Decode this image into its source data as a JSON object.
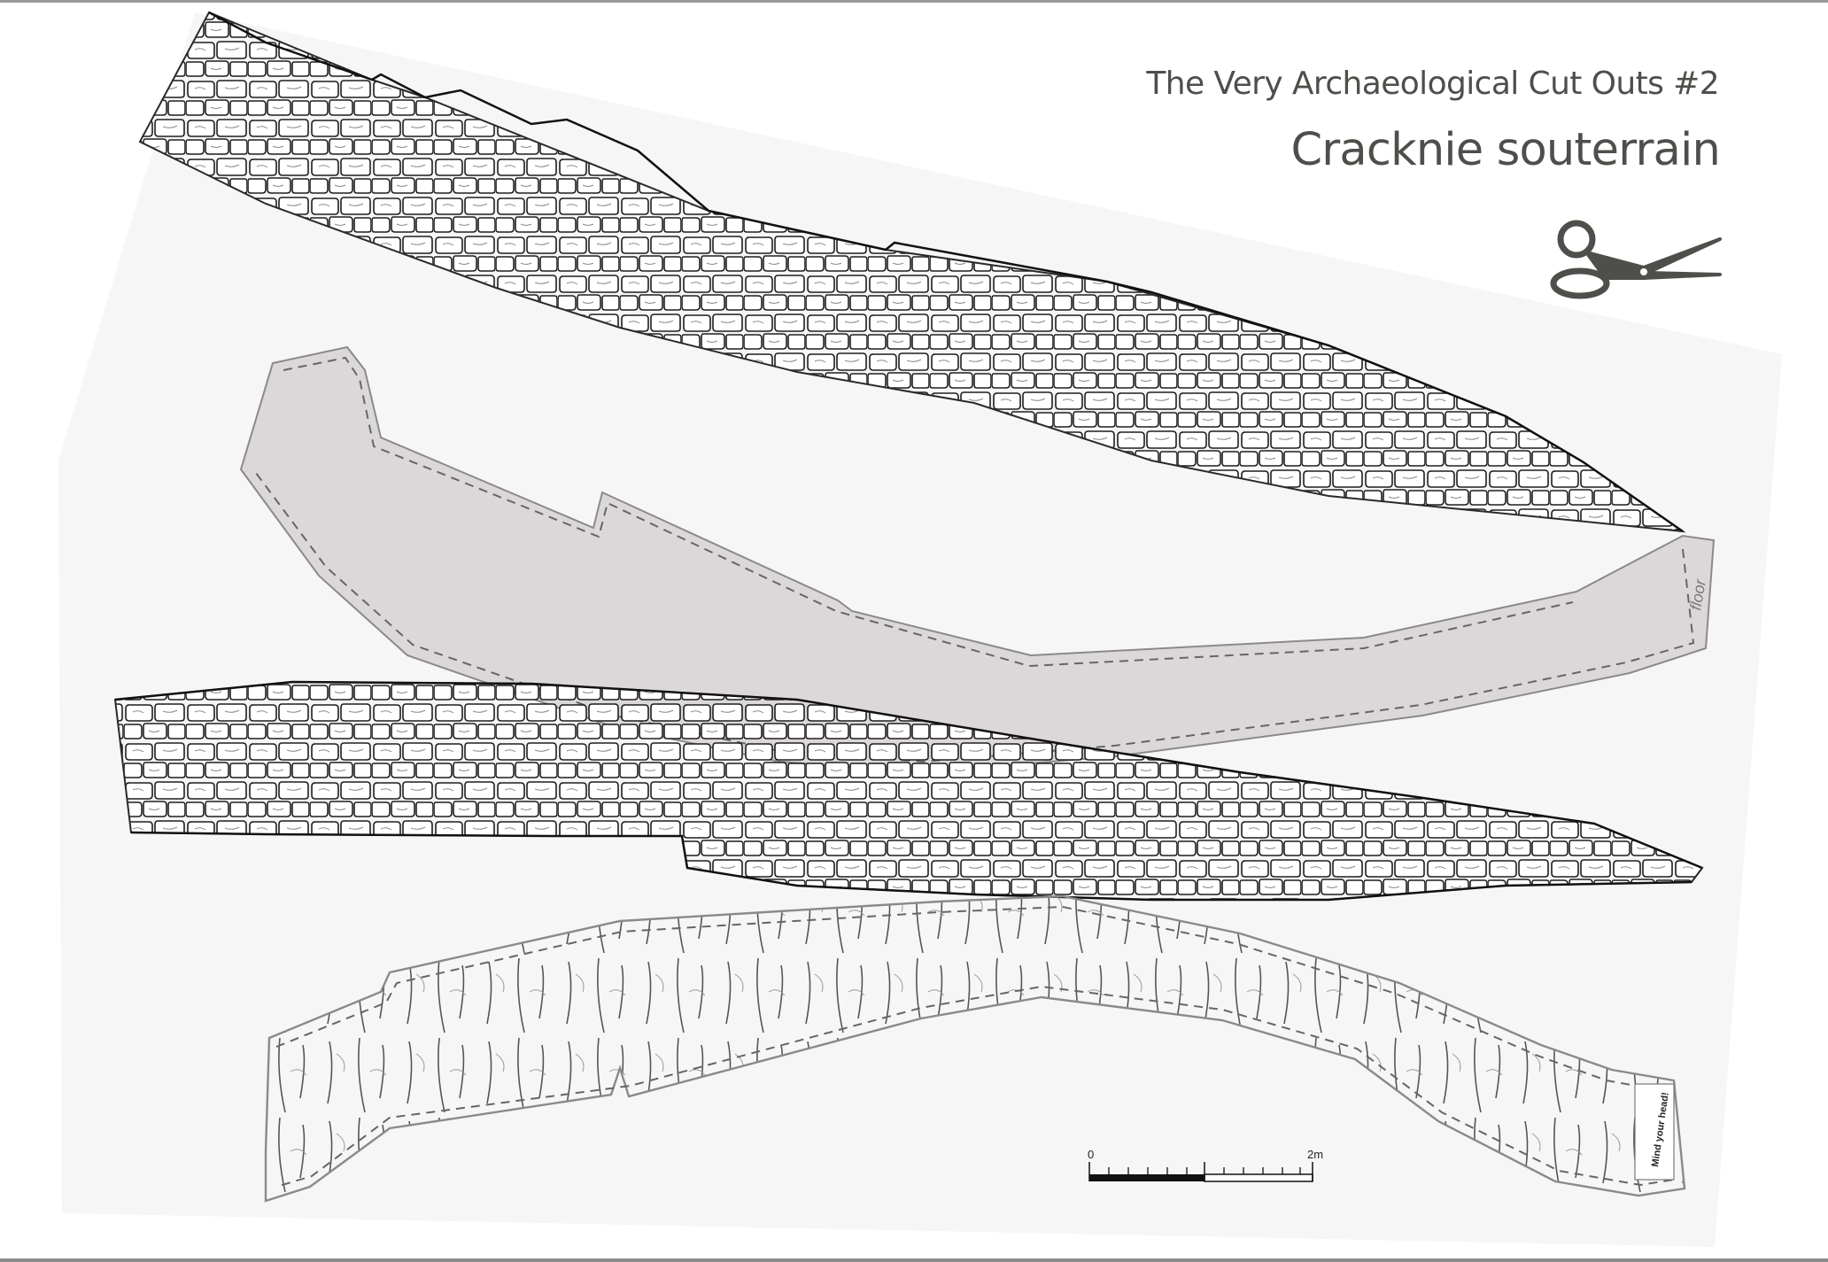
{
  "header": {
    "subtitle": "The Very Archaeological Cut Outs #2",
    "title": "Cracknie souterrain"
  },
  "icons": {
    "scissors": "scissors-icon"
  },
  "pieces": [
    {
      "name": "upper-wall-elevation",
      "label": ""
    },
    {
      "name": "floor-piece",
      "label": "floor"
    },
    {
      "name": "lower-wall-elevation",
      "label": ""
    },
    {
      "name": "roof-piece",
      "label": "Mind your head!"
    }
  ],
  "scale_bar": {
    "start_label": "0",
    "end_label": "2m"
  },
  "colors": {
    "text": "#4e4e4a",
    "floor_fill": "#dcd8d9",
    "backing_fill": "#f7f7f7",
    "line": "#222222"
  }
}
